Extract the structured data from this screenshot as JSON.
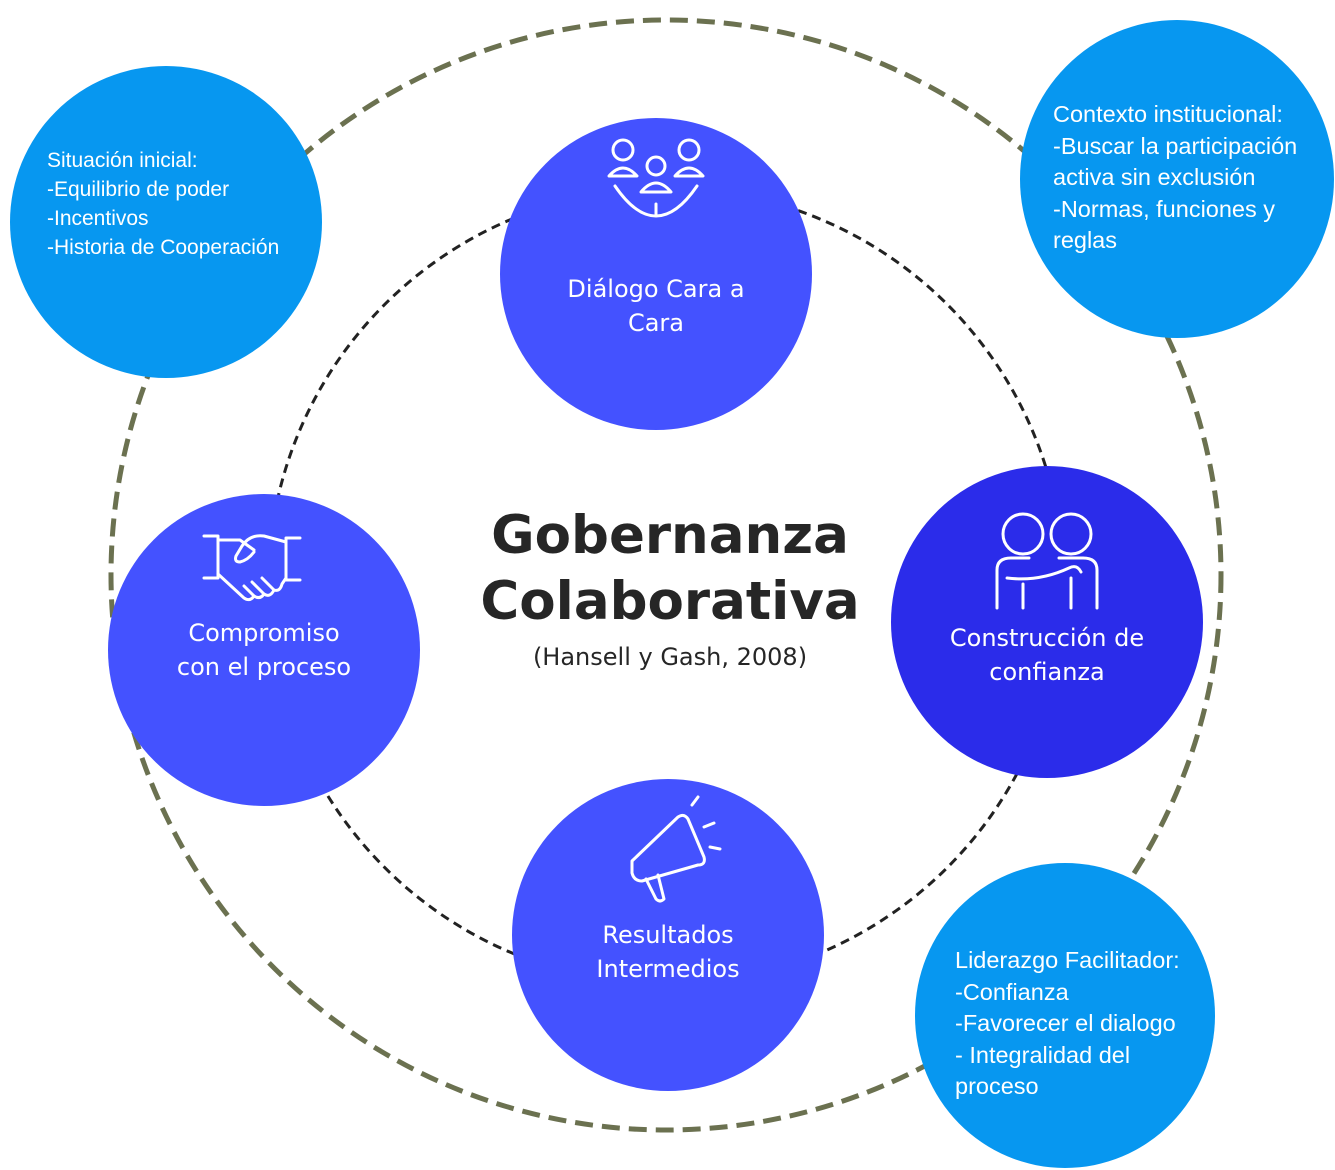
{
  "center": {
    "title": "Gobernanza\nColaborativa",
    "citation": "(Hansell y Gash, 2008)"
  },
  "stages": [
    {
      "key": "dialogo",
      "label": "Diálogo Cara a\nCara",
      "icon": "people-group-icon"
    },
    {
      "key": "confianza",
      "label": "Construcción de\nconfianza",
      "icon": "friends-embrace-icon"
    },
    {
      "key": "resultados",
      "label": "Resultados\nIntermedios",
      "icon": "megaphone-icon"
    },
    {
      "key": "compromiso",
      "label": "Compromiso\ncon el proceso",
      "icon": "handshake-icon"
    }
  ],
  "context_boxes": [
    {
      "key": "situacion",
      "text": "Situación inicial:\n-Equilibrio de poder\n-Incentivos\n-Historia de Cooperación"
    },
    {
      "key": "contexto",
      "text": "Contexto institucional:\n-Buscar la participación\nactiva sin exclusión\n-Normas, funciones y\nreglas"
    },
    {
      "key": "liderazgo",
      "text": "Liderazgo Facilitador:\n-Confianza\n-Favorecer el dialogo\n- Integralidad del\nproceso"
    }
  ],
  "colors": {
    "stage": "#4452FF",
    "stage_active": "#2B2CEA",
    "context": "#0797F0",
    "outer_ring": "#6B7150",
    "inner_ring": "#222222",
    "title": "#262626"
  }
}
